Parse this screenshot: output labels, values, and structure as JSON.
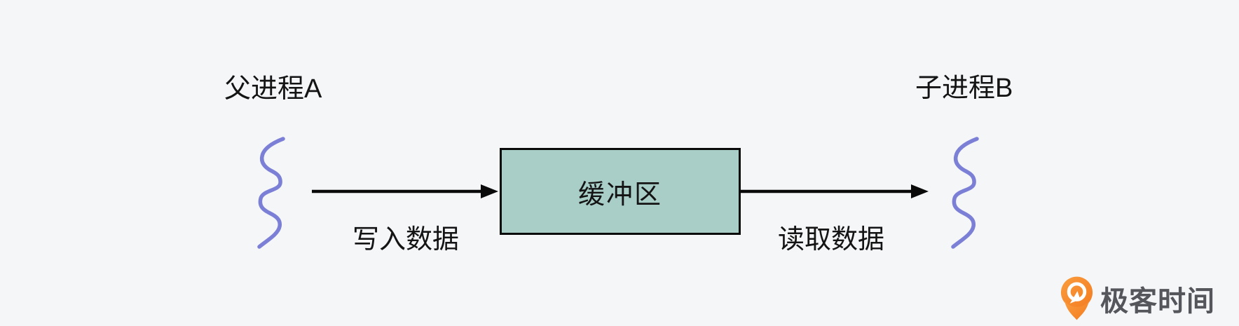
{
  "diagram": {
    "parent_process": "父进程A",
    "child_process": "子进程B",
    "buffer": "缓冲区",
    "write_action": "写入数据",
    "read_action": "读取数据"
  },
  "branding": {
    "logo_text": "极客时间"
  },
  "colors": {
    "background": "#f4f6f8",
    "text": "#141414",
    "buffer_fill": "#a9cec8",
    "buffer_border": "#0a0a0a",
    "arrow": "#0a0a0a",
    "squiggle": "#7b7fd6",
    "logo_orange": "#f47b20",
    "logo_orange_light": "#f99d3e",
    "logo_text": "#54565b"
  }
}
